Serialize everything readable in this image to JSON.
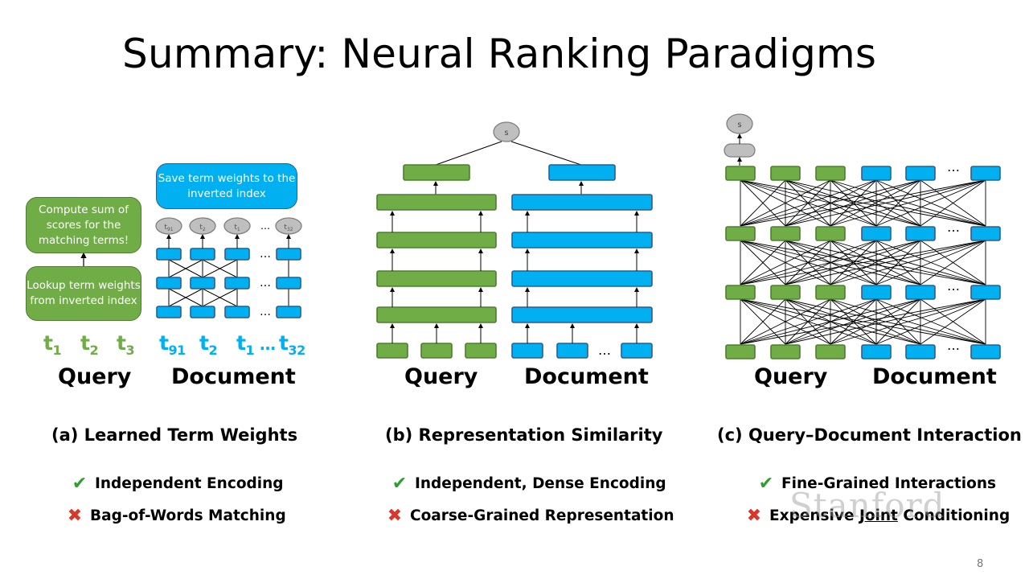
{
  "title": "Summary: Neural Ranking Paradigms",
  "panel_a": {
    "callout_compute": "Compute sum of scores for the matching terms!",
    "callout_lookup": "Lookup term weights from inverted index",
    "callout_save": "Save term weights to the inverted index",
    "small_tokens": [
      "t91",
      "t2",
      "t1",
      "t32"
    ],
    "query_tokens": [
      {
        "t": "t",
        "s": "1"
      },
      {
        "t": "t",
        "s": "2"
      },
      {
        "t": "t",
        "s": "3"
      }
    ],
    "doc_tokens": [
      {
        "t": "t",
        "s": "91"
      },
      {
        "t": "t",
        "s": "2"
      },
      {
        "t": "t",
        "s": "1"
      },
      {
        "t": "…",
        "s": ""
      },
      {
        "t": "t",
        "s": "32"
      }
    ],
    "query_label": "Query",
    "document_label": "Document",
    "caption": "(a) Learned Term Weights",
    "pro": "Independent Encoding",
    "con": "Bag-of-Words Matching"
  },
  "panel_b": {
    "score_node": "s",
    "query_label": "Query",
    "document_label": "Document",
    "caption": "(b)  Representation Similarity",
    "pro": "Independent, Dense Encoding",
    "con": "Coarse-Grained Representation"
  },
  "panel_c": {
    "score_node": "s",
    "query_label": "Query",
    "document_label": "Document",
    "caption": "(c)  Query–Document Interaction",
    "pro": "Fine-Grained Interactions",
    "con_before": "Expensive ",
    "con_emph": "Joint",
    "con_after": " Conditioning"
  },
  "ellipsis": "…",
  "marks": {
    "check": "✔",
    "cross": "✖"
  },
  "watermark": "Stanford",
  "page_number": "8",
  "colors": {
    "green": "#70ad47",
    "green_border": "#4e7e30",
    "blue": "#00b0f0",
    "blue_border": "#2e5e8e",
    "node_gray": "#bfbfbf"
  }
}
